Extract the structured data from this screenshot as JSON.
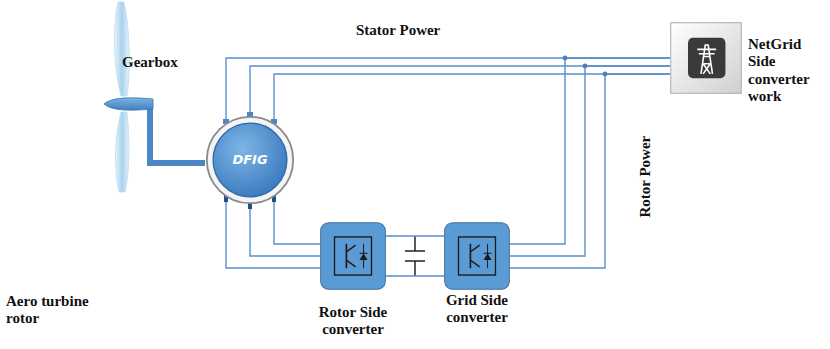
{
  "diagram": {
    "nodes": [
      {
        "text": [
          "DFIG"
        ]
      },
      {
        "text": [
          "Rotor Side converter"
        ]
      },
      {
        "text": [
          "Grid Side converter"
        ]
      },
      {
        "text": [
          "NetGrid Side converter work"
        ]
      }
    ],
    "edges": [
      {
        "from": 0,
        "to": 3,
        "arrow": "none"
      },
      {
        "from": 0,
        "to": 1,
        "arrow": "none"
      },
      {
        "from": 1,
        "to": 2,
        "arrow": "none"
      },
      {
        "from": 2,
        "to": 3,
        "arrow": "none"
      }
    ],
    "labels": [
      "Stator Power",
      "Gearbox",
      "Rotor Power",
      "Aero turbine rotor"
    ]
  }
}
